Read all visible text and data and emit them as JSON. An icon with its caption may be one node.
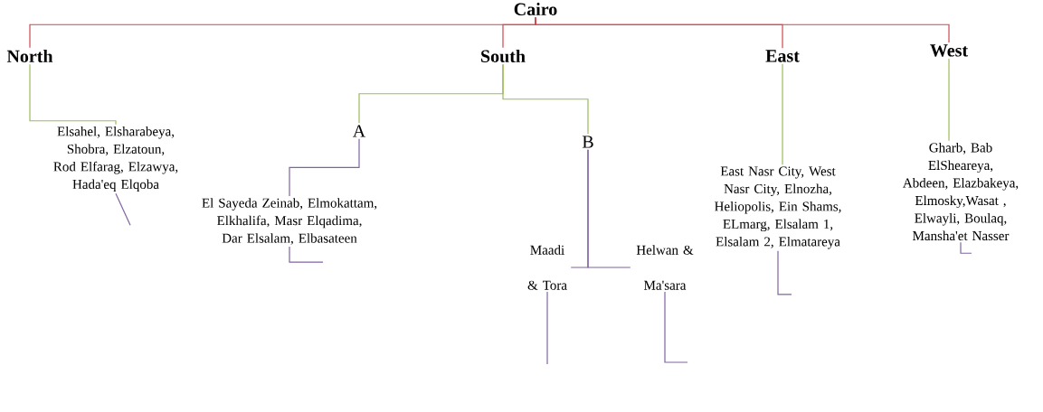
{
  "diagram": {
    "nodes": [
      {
        "text": [
          "Cairo"
        ]
      },
      {
        "text": [
          "North"
        ]
      },
      {
        "text": [
          "South"
        ]
      },
      {
        "text": [
          "East"
        ]
      },
      {
        "text": [
          "West"
        ]
      },
      {
        "text": [
          "A"
        ]
      },
      {
        "text": [
          "B"
        ]
      },
      {
        "text": [
          "Elsahel, Elsharabeya, Shobra, Elzatoun, Rod Elfarag, Elzawya, Hada'eq Elqoba"
        ]
      },
      {
        "text": [
          "El Sayeda Zeinab, Elmokattam, Elkhalifa, Masr Elqadima, Dar Elsalam, Elbasateen"
        ]
      },
      {
        "text": [
          "Maadi & Tora"
        ]
      },
      {
        "text": [
          "Helwan & Ma'sara"
        ]
      },
      {
        "text": [
          "East Nasr City, West Nasr City, Elnozha, Heliopolis, Ein Shams, ELmarg, Elsalam 1, Elsalam 2, Elmatareya"
        ]
      },
      {
        "text": [
          "Gharb, Bab ElSheareya, Abdeen, Elazbakeya, Elmosky,Wasat , Elwayli, Boulaq, Mansha'et Nasser"
        ]
      }
    ],
    "edges": [
      {
        "from": 0,
        "to": 1,
        "arrow": "none",
        "color": "#d0474f"
      },
      {
        "from": 0,
        "to": 2,
        "arrow": "none",
        "color": "#d0474f"
      },
      {
        "from": 0,
        "to": 3,
        "arrow": "none",
        "color": "#d0474f"
      },
      {
        "from": 0,
        "to": 4,
        "arrow": "none",
        "color": "#d0474f"
      },
      {
        "from": 1,
        "to": 7,
        "arrow": "none",
        "color": "#9bbb59"
      },
      {
        "from": 2,
        "to": 5,
        "arrow": "none",
        "color": "#9bbb59"
      },
      {
        "from": 2,
        "to": 6,
        "arrow": "none",
        "color": "#9bbb59"
      },
      {
        "from": 3,
        "to": 11,
        "arrow": "none",
        "color": "#9bbb59"
      },
      {
        "from": 4,
        "to": 12,
        "arrow": "none",
        "color": "#9bbb59"
      },
      {
        "from": 5,
        "to": 8,
        "arrow": "none"
      },
      {
        "from": 6,
        "to": 9,
        "arrow": "none"
      },
      {
        "from": 6,
        "to": 10,
        "arrow": "none"
      },
      {
        "from": 7,
        "to": null,
        "arrow": "none"
      },
      {
        "from": 8,
        "to": null,
        "arrow": "none"
      },
      {
        "from": 9,
        "to": null,
        "arrow": "none"
      },
      {
        "from": 10,
        "to": null,
        "arrow": "none"
      },
      {
        "from": 11,
        "to": null,
        "arrow": "none"
      },
      {
        "from": 12,
        "to": null,
        "arrow": "none"
      }
    ]
  }
}
